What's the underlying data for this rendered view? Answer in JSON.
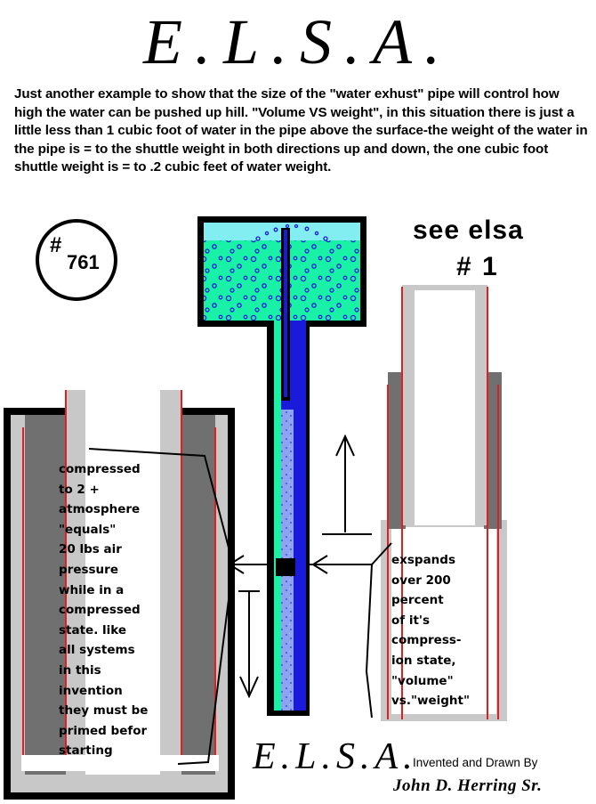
{
  "header": {
    "title": "E.L.S.A.",
    "description": "Just another example to show that the size of the \"water exhust\" pipe will control how high the water can be pushed up hill. \"Volume VS weight\", in this situation there is just a little less than 1 cubic foot of water in the pipe above the surface-the weight of the water in the pipe is = to the shuttle weight in both directions up and down, the one cubic foot shuttle weight is = to .2 cubic feet of water weight."
  },
  "badge": {
    "hash": "#",
    "number": "761"
  },
  "see_elsa": {
    "line1": "see  elsa",
    "line2": "# 1"
  },
  "left_label": [
    "compressed",
    "to  2 +",
    "atmosphere",
    "\"equals\"",
    "20 lbs   air",
    "pressure",
    "while in a",
    "compressed",
    "state.  like",
    "all systems",
    "in this",
    "invention",
    "they must be",
    "primed befor",
    "starting"
  ],
  "right_label": [
    "exspands",
    "over 200",
    "percent",
    "of it's",
    "compress-",
    "ion state,",
    "\"volume\"",
    "vs.\"weight\""
  ],
  "footer": {
    "title": "E.L.S.A.",
    "invented": "Invented and Drawn By",
    "author": "John D. Herring Sr."
  },
  "colors": {
    "water_light": "#82eef2",
    "water_green": "#19f2a6",
    "pipe_blue": "#1a1ada",
    "pipe_light_blue": "#8fa4f0",
    "cylinder_gray": "#707070",
    "cylinder_light_gray": "#c8c8c8",
    "seal_red": "#e02020",
    "shuttle": "#000000"
  }
}
